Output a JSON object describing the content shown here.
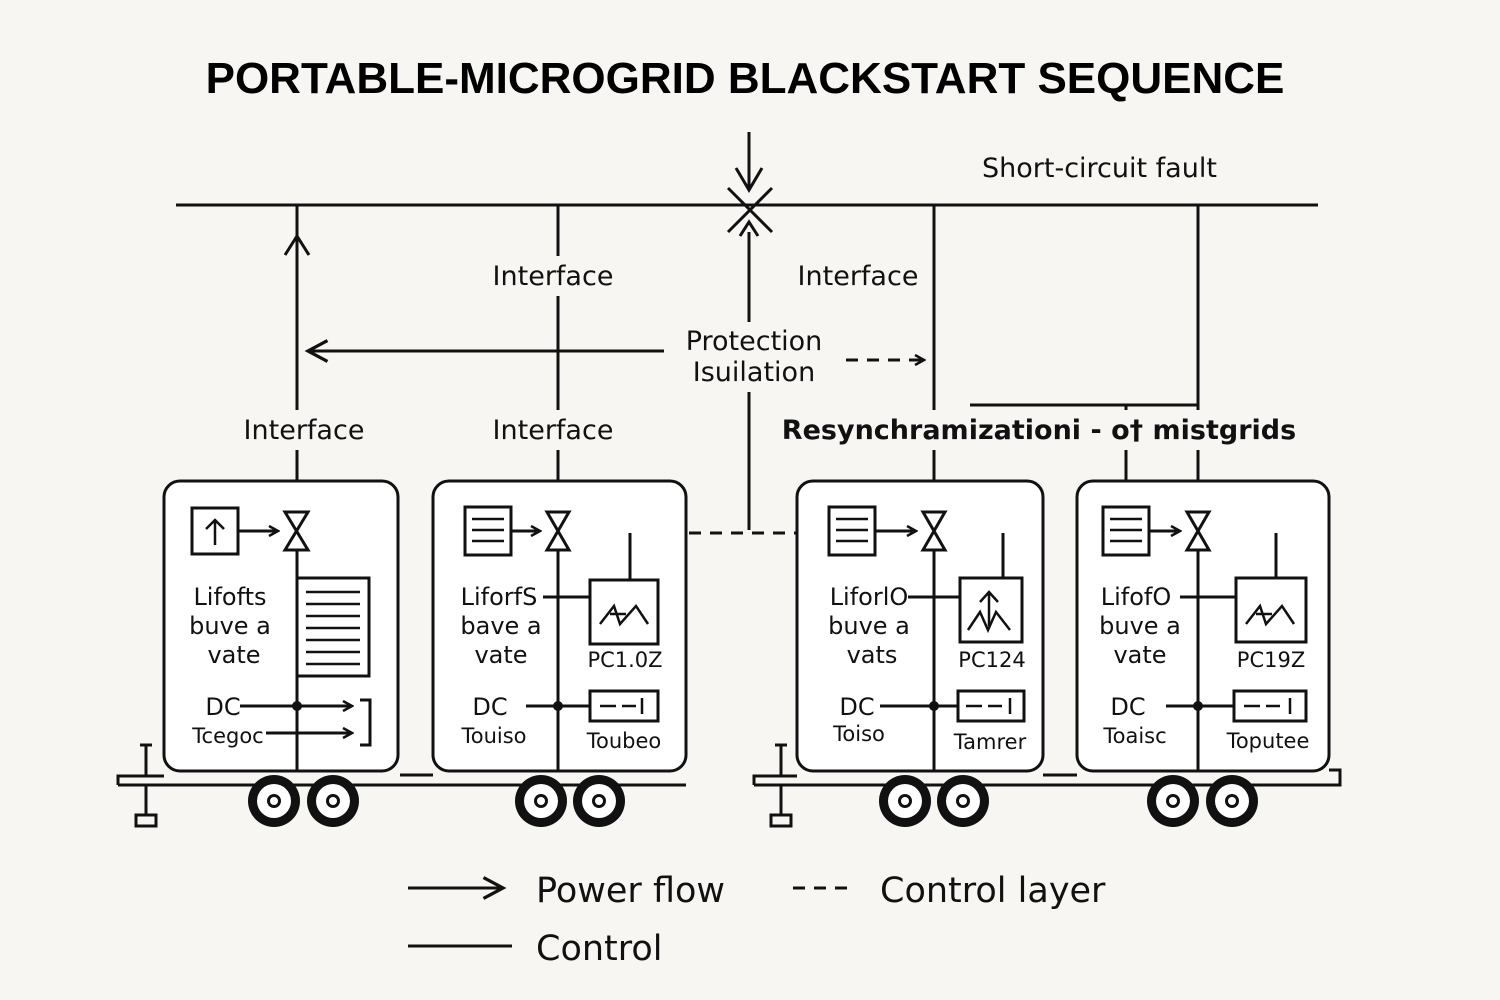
{
  "title": "PORTABLE-MICROGRID BLACKSTART SEQUENCE",
  "labels": {
    "fault": "Short-circuit fault",
    "interface_top_left": "Interface",
    "interface_top_right": "Interface",
    "protection_line1": "Protection",
    "protection_line2": "Isuilation",
    "interface_low_1": "Interface",
    "interface_low_2": "Interface",
    "resync": "Resynchramizationi - o† mistgrids"
  },
  "trailers": [
    {
      "name_line1": "Lifofts",
      "name_line2": "buve a",
      "name_line3": "vate",
      "dc_label": "DC",
      "dc_sub": "Tcegoc",
      "panel_label": "",
      "module_label": ""
    },
    {
      "name_line1": "LiforfS",
      "name_line2": "bave a",
      "name_line3": "vate",
      "dc_label": "DC",
      "dc_sub": "Touiso",
      "panel_label": "PC1.0Z",
      "module_label": "Toubeo"
    },
    {
      "name_line1": "LiforlO",
      "name_line2": "buve a",
      "name_line3": "vats",
      "dc_label": "DC",
      "dc_sub": "Toiso",
      "panel_label": "PC124",
      "module_label": "Tamrer"
    },
    {
      "name_line1": "LifofO",
      "name_line2": "buve a",
      "name_line3": "vate",
      "dc_label": "DC",
      "dc_sub": "Toaisc",
      "panel_label": "PC19Z",
      "module_label": "Toputee"
    }
  ],
  "legend": {
    "power_flow": "Power flow",
    "control_layer": "Control layer",
    "control": "Control"
  }
}
